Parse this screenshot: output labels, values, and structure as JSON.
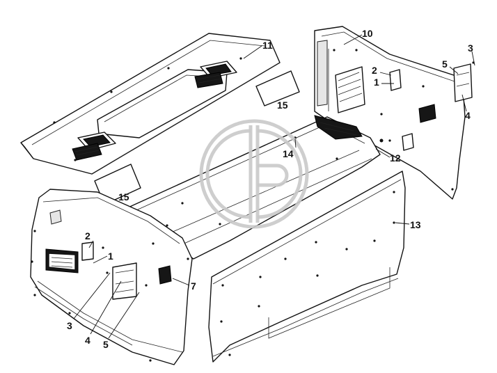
{
  "diagram": {
    "labels": [
      {
        "id": "lbl-11",
        "text": "11"
      },
      {
        "id": "lbl-10",
        "text": "10"
      },
      {
        "id": "lbl-3a",
        "text": "3"
      },
      {
        "id": "lbl-5a",
        "text": "5"
      },
      {
        "id": "lbl-2a",
        "text": "2"
      },
      {
        "id": "lbl-1a",
        "text": "1"
      },
      {
        "id": "lbl-4a",
        "text": "4"
      },
      {
        "id": "lbl-15a",
        "text": "15"
      },
      {
        "id": "lbl-14",
        "text": "14"
      },
      {
        "id": "lbl-12",
        "text": "12"
      },
      {
        "id": "lbl-15b",
        "text": "15"
      },
      {
        "id": "lbl-13",
        "text": "13"
      },
      {
        "id": "lbl-2b",
        "text": "2"
      },
      {
        "id": "lbl-1b",
        "text": "1"
      },
      {
        "id": "lbl-7",
        "text": "7"
      },
      {
        "id": "lbl-3b",
        "text": "3"
      },
      {
        "id": "lbl-4b",
        "text": "4"
      },
      {
        "id": "lbl-5b",
        "text": "5"
      }
    ]
  }
}
